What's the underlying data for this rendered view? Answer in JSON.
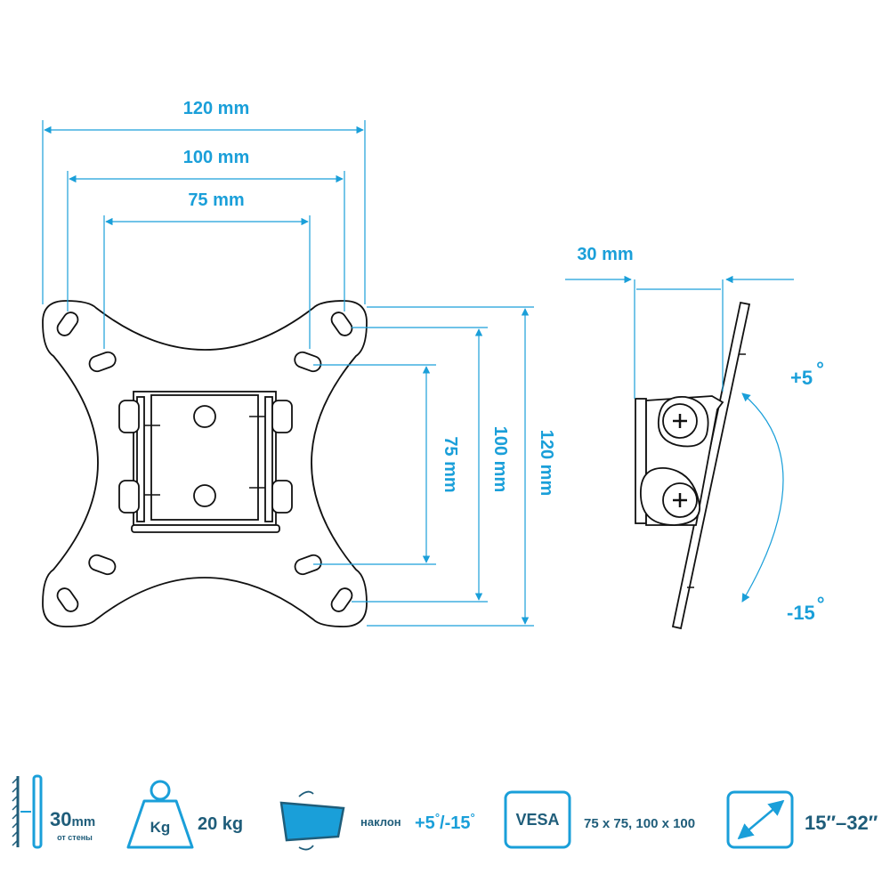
{
  "front_view": {
    "width_labels": [
      "120 mm",
      "100 mm",
      "75 mm"
    ],
    "height_labels": [
      "75 mm",
      "100 mm",
      "120 mm"
    ]
  },
  "side_view": {
    "depth_label": "30 mm",
    "tilt_up": "+5",
    "tilt_down": "-15",
    "degree_symbol": "°"
  },
  "specs": {
    "distance_value": "30",
    "distance_unit": "mm",
    "distance_caption": "от стены",
    "weight_badge": "Kg",
    "weight_value": "20 kg",
    "tilt_caption": "наклон",
    "tilt_up": "+5",
    "tilt_sep": "/",
    "tilt_down": "-15",
    "vesa_badge": "VESA",
    "vesa_values": "75 x 75, 100 x 100",
    "size_min": "15″",
    "size_sep": "–",
    "size_max": "32″"
  },
  "colors": {
    "accent": "#1a9fd9",
    "outline": "#111111",
    "icon_dark": "#1f5d7a"
  },
  "icons": [
    "wall-distance-icon",
    "weight-icon",
    "tilt-icon",
    "vesa-icon",
    "diagonal-size-icon"
  ]
}
